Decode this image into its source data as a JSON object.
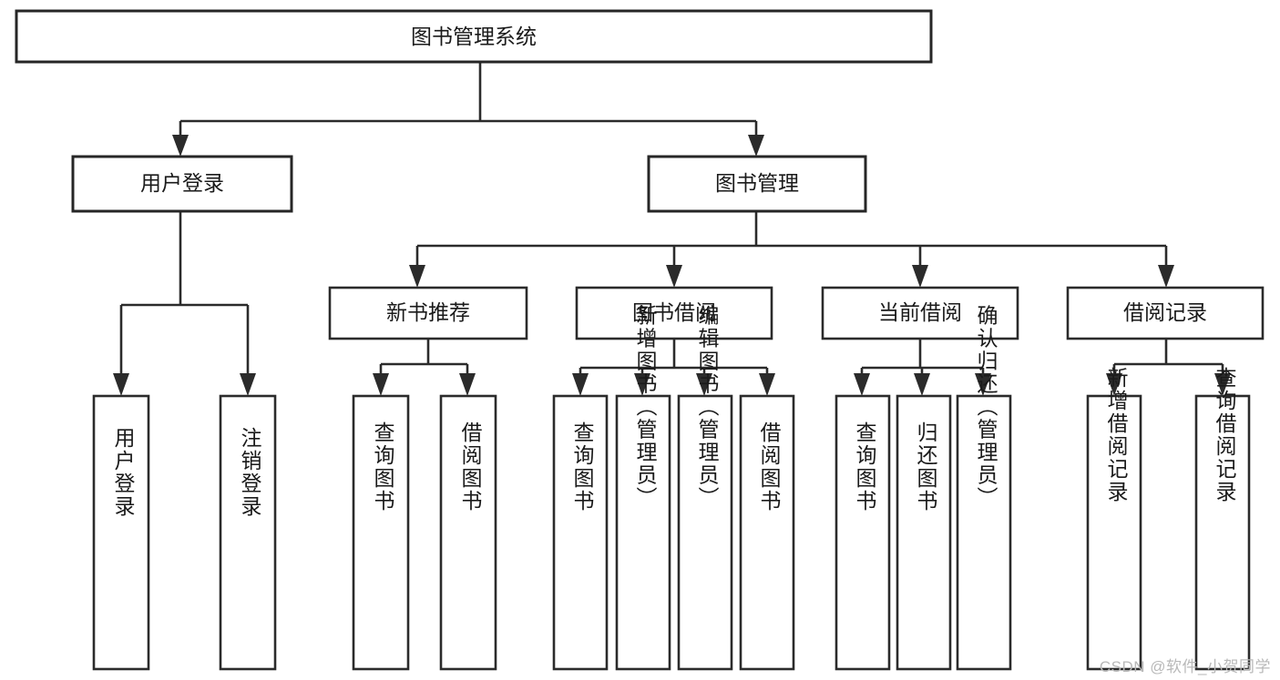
{
  "diagram": {
    "type": "hierarchy-tree",
    "title": "图书管理系统",
    "watermark": "CSDN @软件_小贺同学",
    "colors": {
      "background": "#ffffff",
      "stroke": "#2b2b2b",
      "node_fill": "#ffffff",
      "label_text": "#1a1a1a",
      "watermark_text": "#b9b9b9"
    },
    "root": {
      "id": "root",
      "label": "图书管理系统"
    },
    "level2": [
      {
        "id": "user-login",
        "label": "用户登录"
      },
      {
        "id": "book-manage",
        "label": "图书管理"
      }
    ],
    "level3": [
      {
        "id": "new-book-recommend",
        "label": "新书推荐",
        "parent": "book-manage"
      },
      {
        "id": "book-borrow",
        "label": "图书借阅",
        "parent": "book-manage"
      },
      {
        "id": "current-borrow",
        "label": "当前借阅",
        "parent": "book-manage"
      },
      {
        "id": "borrow-record",
        "label": "借阅记录",
        "parent": "book-manage"
      }
    ],
    "leaves": [
      {
        "id": "leaf-user-login",
        "label": "用户登录",
        "parent": "user-login"
      },
      {
        "id": "leaf-logout",
        "label": "注销登录",
        "parent": "user-login"
      },
      {
        "id": "leaf-query-book-1",
        "label": "查询图书",
        "parent": "new-book-recommend"
      },
      {
        "id": "leaf-borrow-book-1",
        "label": "借阅图书",
        "parent": "new-book-recommend"
      },
      {
        "id": "leaf-query-book-2",
        "label": "查询图书",
        "parent": "book-borrow"
      },
      {
        "id": "leaf-add-book",
        "label": "新增图书（管理员）",
        "parent": "book-borrow"
      },
      {
        "id": "leaf-edit-book",
        "label": "编辑图书（管理员）",
        "parent": "book-borrow"
      },
      {
        "id": "leaf-borrow-book-2",
        "label": "借阅图书",
        "parent": "book-borrow"
      },
      {
        "id": "leaf-query-book-3",
        "label": "查询图书",
        "parent": "current-borrow"
      },
      {
        "id": "leaf-return-book",
        "label": "归还图书",
        "parent": "current-borrow"
      },
      {
        "id": "leaf-confirm-return",
        "label": "确认归还（管理员）",
        "parent": "current-borrow"
      },
      {
        "id": "leaf-add-record",
        "label": "新增借阅记录",
        "parent": "borrow-record"
      },
      {
        "id": "leaf-query-record",
        "label": "查询借阅记录",
        "parent": "borrow-record"
      }
    ]
  }
}
